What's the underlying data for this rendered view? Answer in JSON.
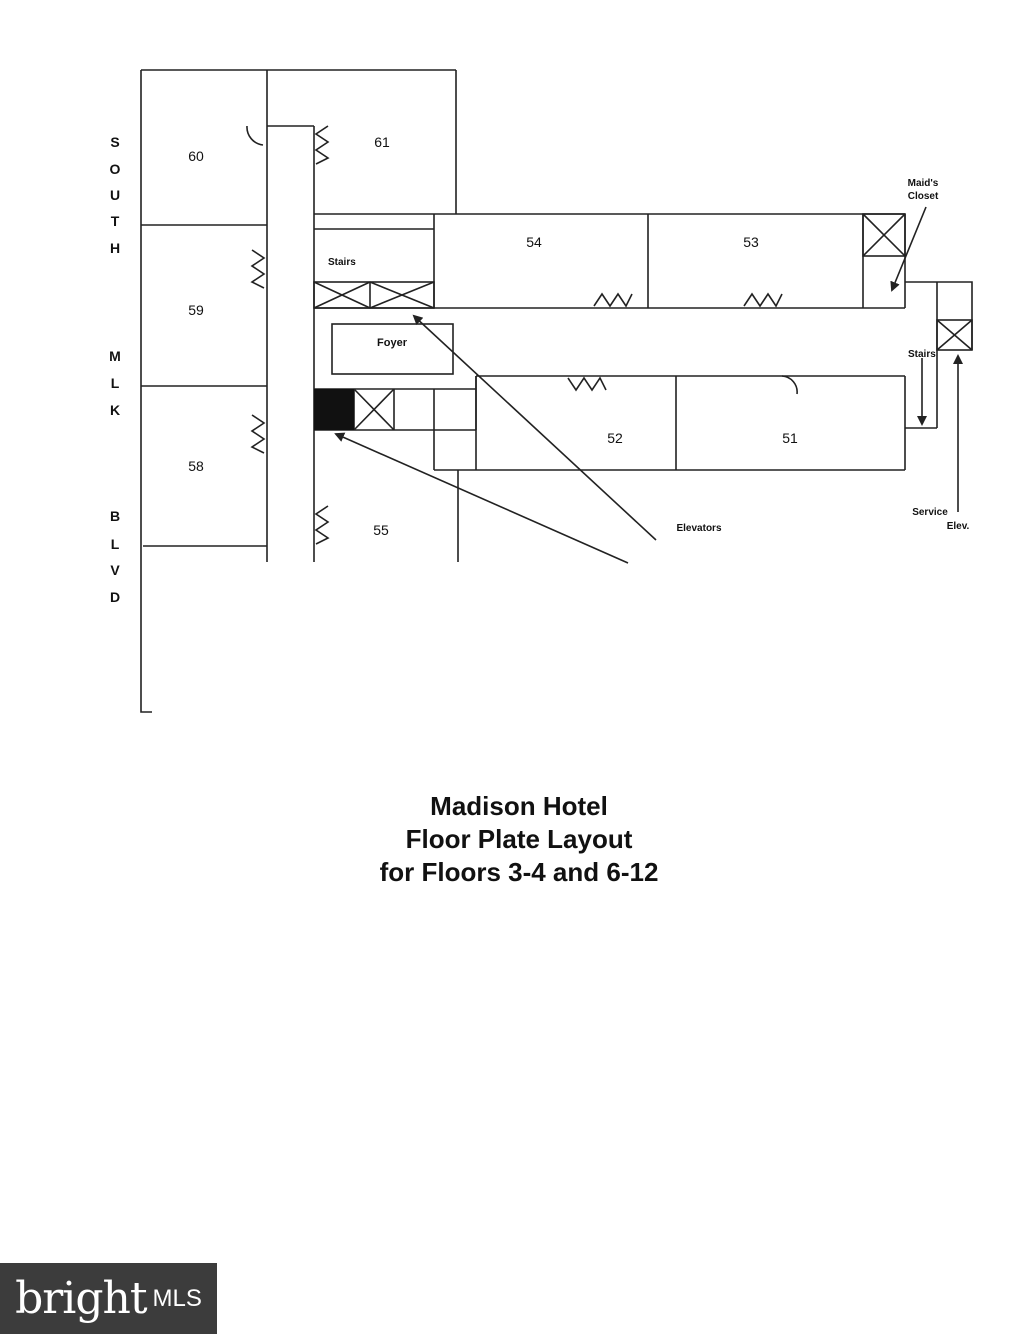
{
  "street_label": [
    "S",
    "O",
    "U",
    "T",
    "H",
    "M",
    "L",
    "K",
    "B",
    "L",
    "V",
    "D"
  ],
  "rooms": {
    "r60": "60",
    "r61": "61",
    "r59": "59",
    "r58": "58",
    "r55": "55",
    "r54": "54",
    "r53": "53",
    "r52": "52",
    "r51": "51"
  },
  "labels": {
    "stairs_left": "Stairs",
    "foyer": "Foyer",
    "maids_closet_1": "Maid's",
    "maids_closet_2": "Closet",
    "stairs_right": "Stairs",
    "service_1": "Service",
    "service_2": "Elev.",
    "elevators": "Elevators"
  },
  "title": {
    "line1": "Madison Hotel",
    "line2": "Floor Plate Layout",
    "line3": "for Floors 3-4 and 6-12"
  },
  "logo": {
    "brand": "bright",
    "suffix": "MLS"
  }
}
